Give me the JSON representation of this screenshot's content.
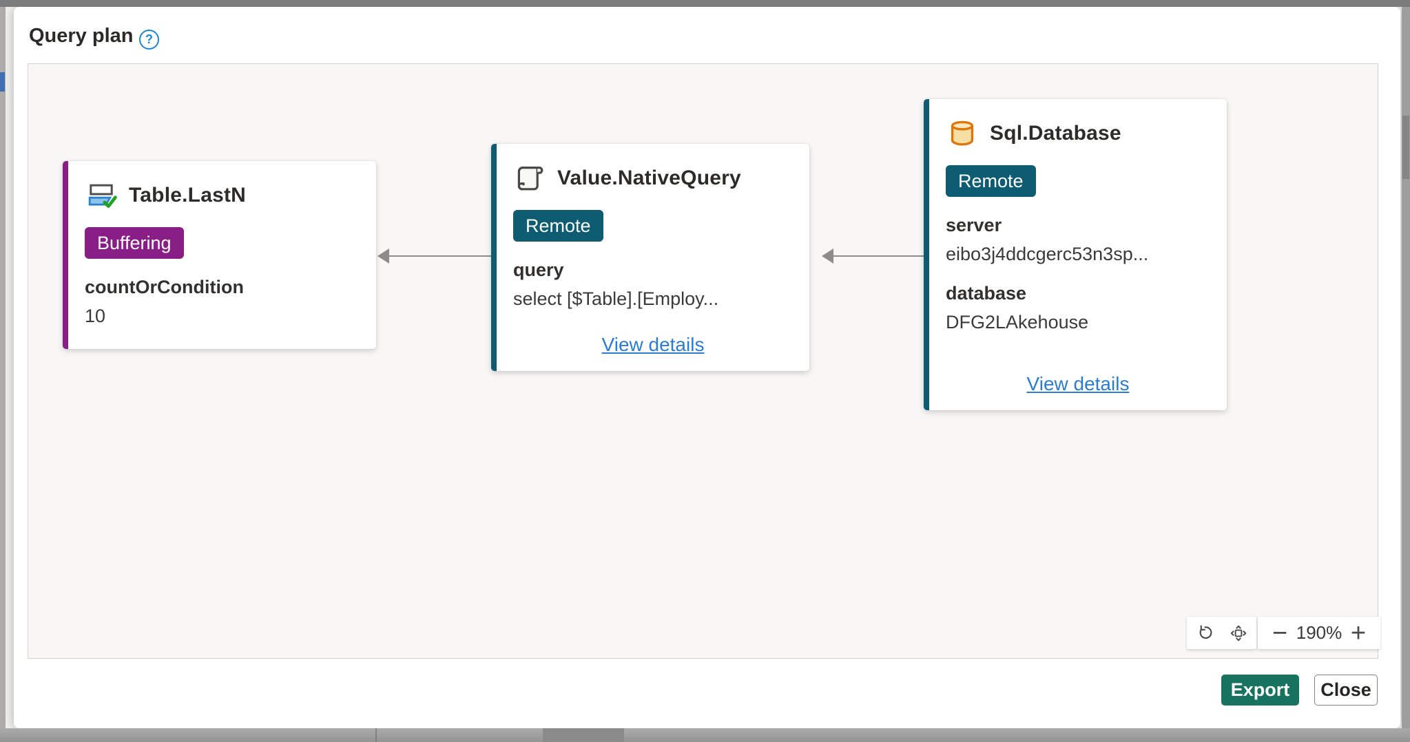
{
  "dialog": {
    "title": "Query plan",
    "help_glyph": "?"
  },
  "canvas": {
    "zoom_toolbar": {
      "reset_icon": "reset-view-icon",
      "fit_icon": "fit-to-screen-icon",
      "zoom_out_glyph": "−",
      "zoom_level": "190%",
      "zoom_in_glyph": "+"
    }
  },
  "footer": {
    "export_label": "Export",
    "close_label": "Close"
  },
  "nodes": [
    {
      "title": "Table.LastN",
      "icon": "keep-bottom-rows-icon",
      "accent_color": "#8A1E87",
      "badge": {
        "label": "Buffering",
        "color": "#8A1E87"
      },
      "fields": [
        {
          "label": "countOrCondition",
          "value": "10"
        }
      ]
    },
    {
      "title": "Value.NativeQuery",
      "icon": "script-scroll-icon",
      "accent_color": "#0D5C72",
      "badge": {
        "label": "Remote",
        "color": "#0D5C72"
      },
      "fields": [
        {
          "label": "query",
          "value": "select [$Table].[Employ..."
        }
      ],
      "link_label": "View details"
    },
    {
      "title": "Sql.Database",
      "icon": "database-icon",
      "accent_color": "#0D5C72",
      "badge": {
        "label": "Remote",
        "color": "#0D5C72"
      },
      "fields": [
        {
          "label": "server",
          "value": "eibo3j4ddcgerc53n3sp..."
        },
        {
          "label": "database",
          "value": "DFG2LAkehouse"
        }
      ],
      "link_label": "View details"
    }
  ],
  "edges": [
    {
      "from": "Value.NativeQuery",
      "to": "Table.LastN"
    },
    {
      "from": "Sql.Database",
      "to": "Value.NativeQuery"
    }
  ],
  "colors": {
    "accent_teal": "#0D5C72",
    "accent_purple": "#8A1E87",
    "link_blue": "#2B7CD3",
    "export_button": "#17735F",
    "help_icon_blue": "#1A86D9",
    "arrow_gray": "#8C8C8C",
    "canvas_background": "#F8F7F6"
  }
}
